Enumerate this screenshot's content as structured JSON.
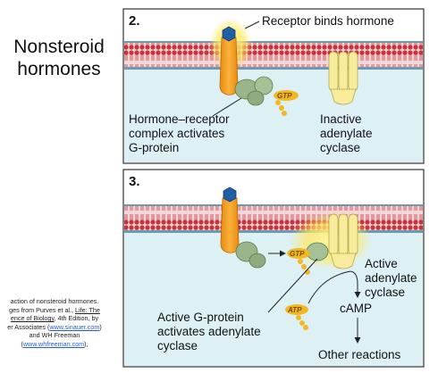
{
  "title_lines": [
    "Nonsteroid",
    "hormones"
  ],
  "caption": {
    "line1": "action of nonsteroid hormones.",
    "line2_pre": "ges from Purves et al., ",
    "line2_link": "Life: The",
    "line3_link": "ence of Biology",
    "line3_post": ", 4th Edition, by",
    "line4_pre": "er Associates (",
    "line4_link": "www.sinauer.com",
    "line4_post": ")",
    "line5": "and WH Freeman",
    "line6_pre": "(",
    "line6_link": "www.whfreeman.com",
    "line6_post": "),"
  },
  "panel2": {
    "number": "2.",
    "receptor_label": "Receptor binds hormone",
    "complex_label": [
      "Hormone–receptor",
      "complex activates",
      "G-protein"
    ],
    "enzyme_label": [
      "Inactive",
      "adenylate",
      "cyclase"
    ],
    "gtp_tag": "GTP"
  },
  "panel3": {
    "number": "3.",
    "enzyme_label": [
      "Active",
      "adenylate",
      "cyclase"
    ],
    "gprotein_label": [
      "Active G-protein",
      "activates adenylate",
      "cyclase"
    ],
    "gtp_tag": "GTP",
    "atp_tag": "ATP",
    "camp_label": "cAMP",
    "reactions_label": "Other reactions"
  },
  "colors": {
    "panel_bg": "#ddf1f4",
    "panel_border": "#333333",
    "membrane_red": "#c8323a",
    "membrane_top": "#6e9ab0",
    "receptor_orange": "#f4a21f",
    "hormone_blue": "#1f5fa8",
    "gprotein_green": "#9ab58a",
    "cyclase_yellow": "#f6ec9c",
    "gtp_gold": "#f2b824"
  }
}
